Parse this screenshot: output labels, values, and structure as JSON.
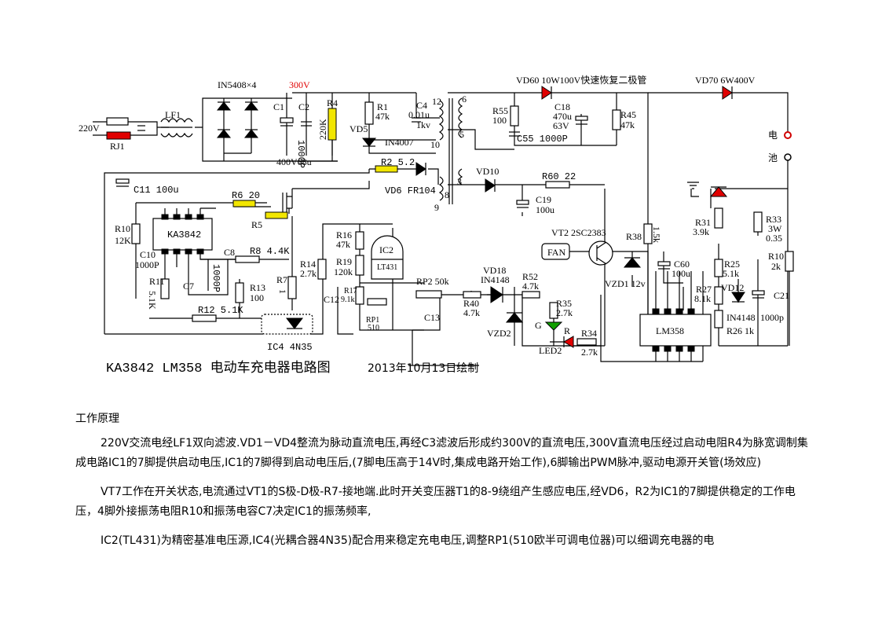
{
  "diagram": {
    "title": "KA3842 LM358 电动车充电器电路图",
    "date": "2013年10月13日绘制",
    "labels": {
      "in220": "220V",
      "rj1": "RJ1",
      "lf1": "LF1",
      "bridge": "IN5408×4",
      "v300": "300V",
      "c1": "C1",
      "c2": "C2",
      "c2v": "1000P",
      "c1v": "400V68u",
      "r4": "R4",
      "r4v": "220K",
      "r1": "R1",
      "r1v": "47k",
      "c4": "C4",
      "c4v": "0.01u",
      "c4v2": "1kv",
      "vd5": "VD5",
      "in4007": "IN4007",
      "p12": "12",
      "p10": "10",
      "p6": "6",
      "p5": "5",
      "p3": "3",
      "p9": "9",
      "p8": "8",
      "r2": "R2 5.2",
      "vd6": "VD6 FR104",
      "c11": "C11 100u",
      "r6": "R6 20",
      "r5": "R5",
      "r10": "R10",
      "r10v": "12K",
      "ka3842": "KA3842",
      "c10": "C10",
      "c10v": "1000P",
      "c8": "C8",
      "c8v": "1000P",
      "c7": "C7",
      "r8": "R8 4.4K",
      "r11": "R11",
      "r11v": "5.1K",
      "r12": "R12 5.1K",
      "r13": "R13",
      "r13v": "100",
      "r7": "R7",
      "r7v": "1",
      "r14": "R14",
      "r14v": "2.7k",
      "c12": "C12",
      "ic4": "IC4 4N35",
      "r16": "R16",
      "r16v": "47k",
      "r19": "R19",
      "r19v": "120k",
      "ic2": "IC2",
      "lt431": "LT431",
      "r17": "R17",
      "r17v": "9.1k",
      "rp1": "RP1",
      "rp1v": "510",
      "rp2": "RP2 50k",
      "c13": "C13",
      "r40": "R40",
      "r40v": "4.7k",
      "vd18": "VD18",
      "in4148a": "IN4148",
      "r52": "R52",
      "r52v": "4.7k",
      "r35": "R35",
      "r35v": "2.7k",
      "vzd2": "VZD2",
      "g": "G",
      "r": "R",
      "led2": "LED2",
      "r34": "R34",
      "r34v": "2.7k",
      "fan": "FAN",
      "vt2": "VT2 2SC2383",
      "r38": "R38",
      "r38v": "1.5k",
      "vzd1": "VZD1 12v",
      "c60": "C60",
      "c60v": "100u",
      "lm358": "LM358",
      "vd60": "VD60 10W100V快速恢复二极管",
      "r55": "R55",
      "r55v": "100",
      "c18": "C18",
      "c18v": "470u",
      "c18v2": "63V",
      "r45": "R45",
      "r45v": "47k",
      "c55": "C55 1000P",
      "vd10": "VD10",
      "r60": "R60 22",
      "c19": "C19",
      "c19v": "100u",
      "vd70": "VD70 6W400V",
      "batt1": "电",
      "batt2": "池",
      "r31": "R31",
      "r31v": "3.9k",
      "r25": "R25",
      "r25v": "5.1k",
      "r27": "R27",
      "r27v": "8.1k",
      "vd12": "VD12",
      "in4148b": "IN4148",
      "r26": "R26 1k",
      "r33": "R33",
      "r33v": "3W",
      "r33v2": "0.35",
      "r10b": "R10",
      "r10bv": "2k",
      "c21": "C21",
      "c21v": "1000p"
    }
  },
  "text": {
    "heading": "工作原理",
    "p1": "220V交流电经LF1双向滤波.VD1－VD4整流为脉动直流电压,再经C3滤波后形成约300V的直流电压,300V直流电压经过启动电阻R4为脉宽调制集成电路IC1的7脚提供启动电压,IC1的7脚得到启动电压后,(7脚电压高于14V时,集成电路开始工作),6脚输出PWM脉冲,驱动电源开关管(场效应)",
    "p2": "VT7工作在开关状态,电流通过VT1的S极-D极-R7-接地端.此时开关变压器T1的8-9绕组产生感应电压,经VD6，R2为IC1的7脚提供稳定的工作电压，4脚外接振荡电阻R10和振荡电容C7决定IC1的振荡频率,",
    "p3": "IC2(TL431)为精密基准电压源,IC4(光耦合器4N35)配合用来稳定充电电压,调整RP1(510欧半可调电位器)可以细调充电器的电"
  }
}
